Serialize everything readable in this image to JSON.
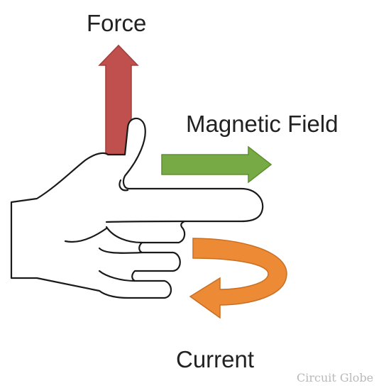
{
  "labels": {
    "force": "Force",
    "magnetic_field": "Magnetic Field",
    "current": "Current"
  },
  "watermark": "Circuit Globe",
  "colors": {
    "force_arrow": "#c0504d",
    "field_arrow": "#77aa44",
    "current_arrow": "#ed8a36",
    "hand_outline": "#1a1a1a",
    "hand_fill": "#ffffff",
    "text": "#222222",
    "watermark": "#b9b9b9"
  }
}
